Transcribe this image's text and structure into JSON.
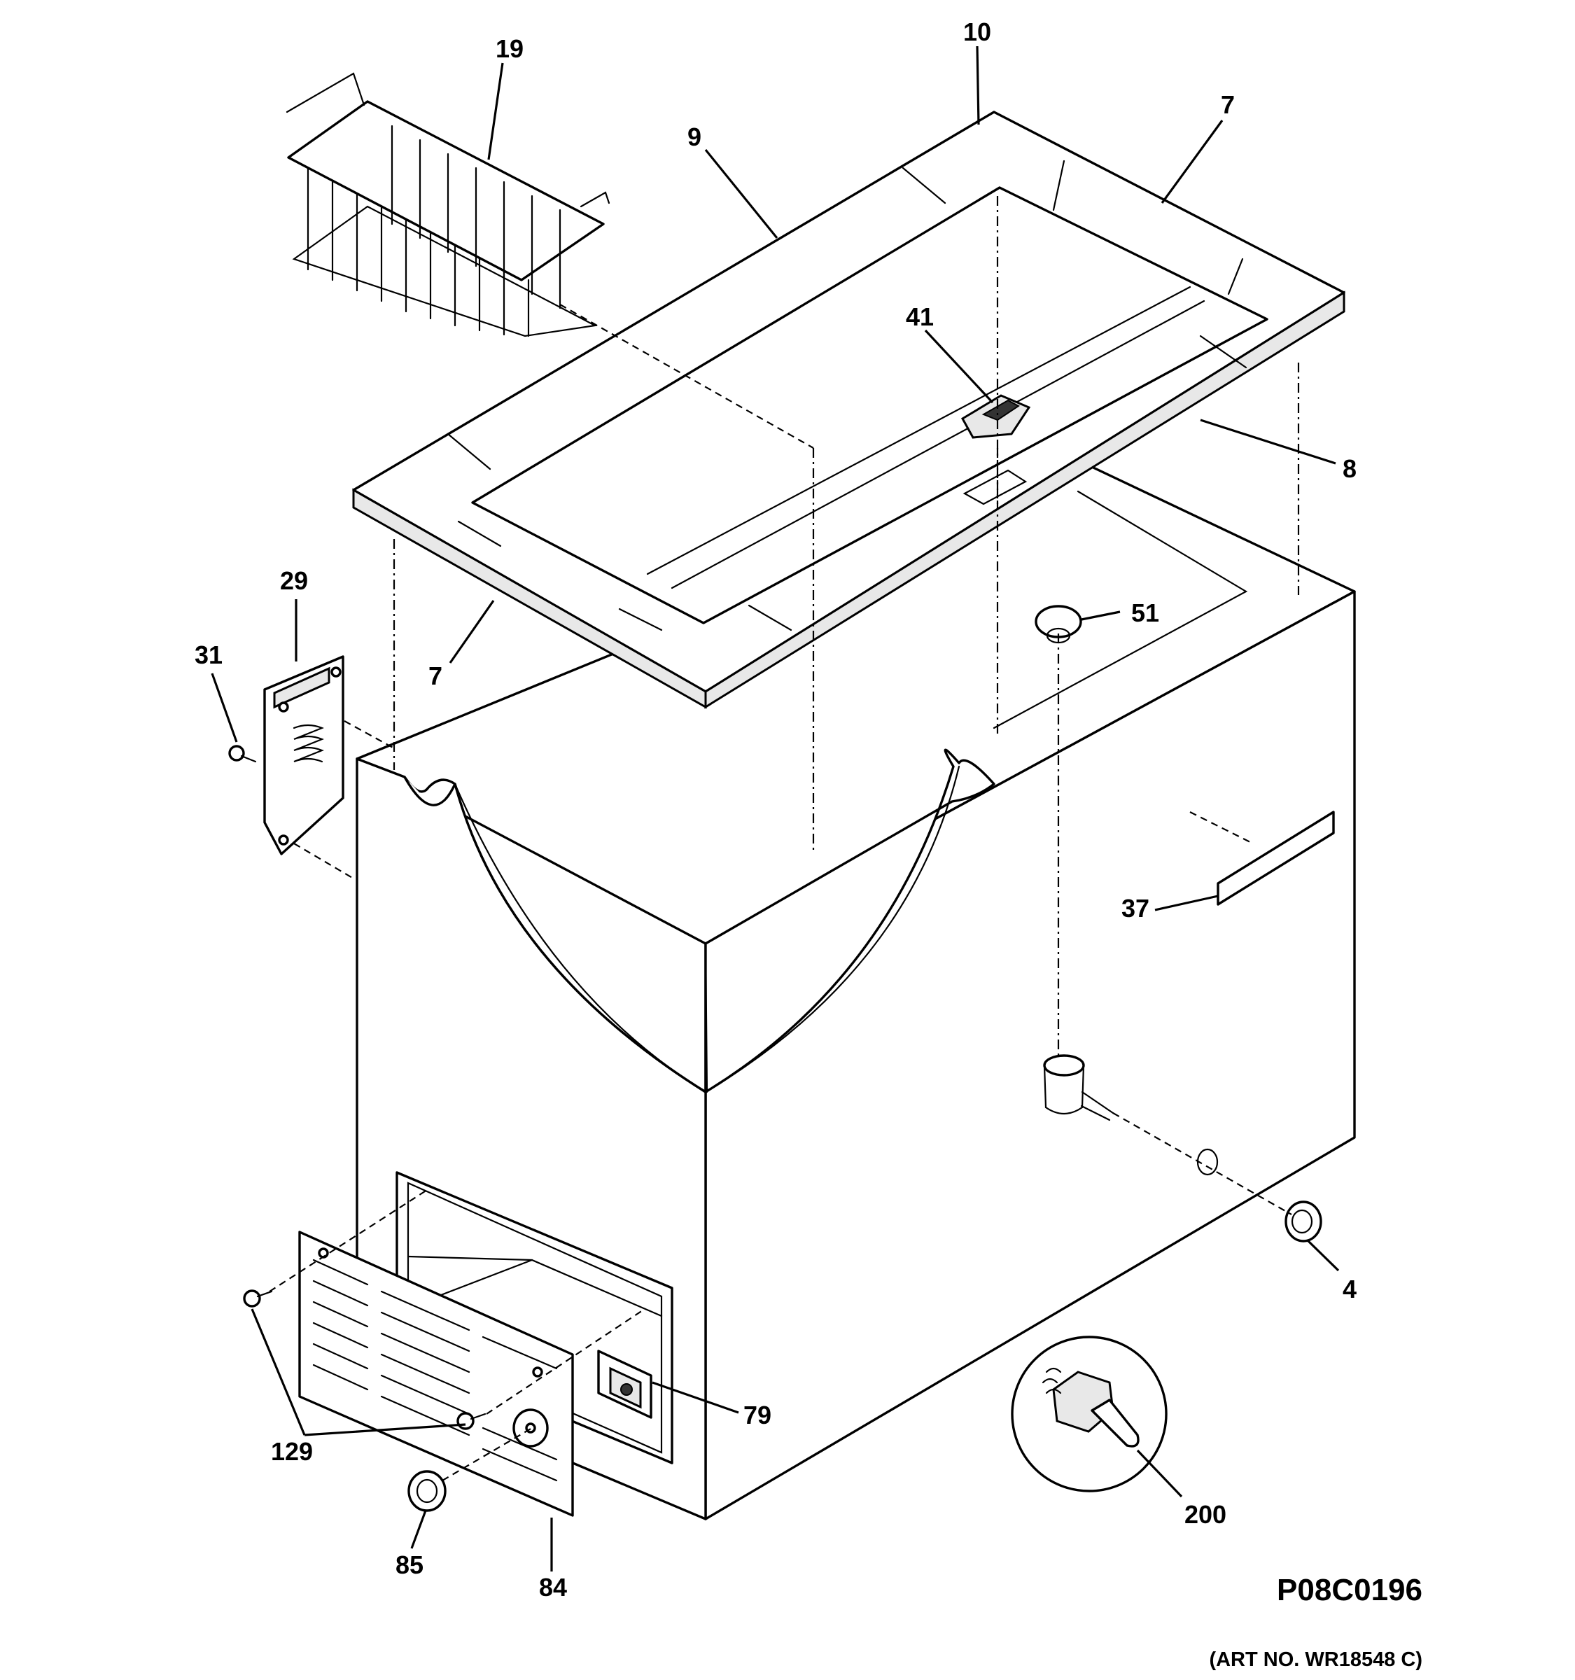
{
  "callouts": {
    "c19": "19",
    "c10": "10",
    "c7_top": "7",
    "c9": "9",
    "c41": "41",
    "c8": "8",
    "c29": "29",
    "c31": "31",
    "c7_left": "7",
    "c51": "51",
    "c37": "37",
    "c4": "4",
    "c79": "79",
    "c129": "129",
    "c200": "200",
    "c85": "85",
    "c84": "84"
  },
  "drawing_code": "P08C0196",
  "art_number": "(ART NO. WR18548 C)"
}
